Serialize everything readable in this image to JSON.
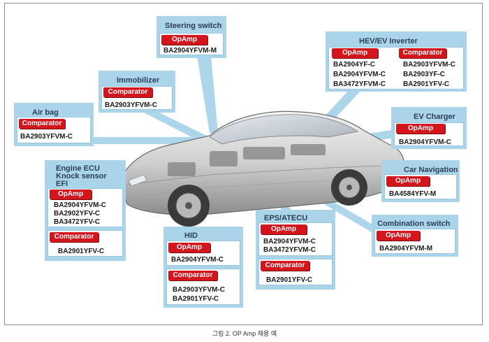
{
  "callouts": {
    "steering": {
      "title": "Steering switch",
      "badge": "OpAmp",
      "parts": [
        "BA2904YFVM-M"
      ]
    },
    "hev": {
      "title": "HEV/EV Inverter",
      "opamp_badge": "OpAmp",
      "comparator_badge": "Comparator",
      "opamp_parts": [
        "BA2904YF-C",
        "BA2904YFVM-C",
        "BA3472YFVM-C"
      ],
      "comparator_parts": [
        "BA2903YFVM-C",
        "BA2903YF-C",
        "BA2901YFV-C"
      ]
    },
    "immobilizer": {
      "title": "Immobilizer",
      "badge": "Comparator",
      "parts": [
        "BA2903YFVM-C"
      ]
    },
    "airbag": {
      "title": "Air bag",
      "badge": "Comparator",
      "parts": [
        "BA2903YFVM-C"
      ]
    },
    "evcharger": {
      "title": "EV Charger",
      "badge": "OpAmp",
      "parts": [
        "BA2904YFVM-C"
      ]
    },
    "engine": {
      "title_lines": [
        "Engine ECU",
        "Knock sensor",
        "EFI"
      ],
      "opamp_badge": "OpAmp",
      "comparator_badge": "Comparator",
      "opamp_parts": [
        "BA2904YFVM-C",
        "BA2902YFV-C",
        "BA3472YFV-C"
      ],
      "comparator_parts": [
        "BA2901YFV-C"
      ]
    },
    "carnav": {
      "title": "Car Navigation",
      "badge": "OpAmp",
      "parts": [
        "BA4584YFV-M"
      ]
    },
    "eps": {
      "title": "EPS/ATECU",
      "opamp_badge": "OpAmp",
      "comparator_badge": "Comparator",
      "opamp_parts": [
        "BA2904YFVM-C",
        "BA3472YFVM-C"
      ],
      "comparator_parts": [
        "BA2901YFV-C"
      ]
    },
    "combination": {
      "title": "Combination switch",
      "badge": "OpAmp",
      "parts": [
        "BA2904YFVM-M"
      ]
    },
    "hid": {
      "title": "HID",
      "opamp_badge": "OpAmp",
      "comparator_badge": "Comparator",
      "opamp_parts": [
        "BA2904YFVM-C"
      ],
      "comparator_parts": [
        "BA2903YFVM-C",
        "BA2901YFV-C"
      ]
    }
  },
  "caption": "그림 2. OP Amp 채용 예",
  "colors": {
    "callout_bg": "#a9d4ea",
    "badge_red": "#d4161c",
    "title_text": "#2b3f55"
  }
}
